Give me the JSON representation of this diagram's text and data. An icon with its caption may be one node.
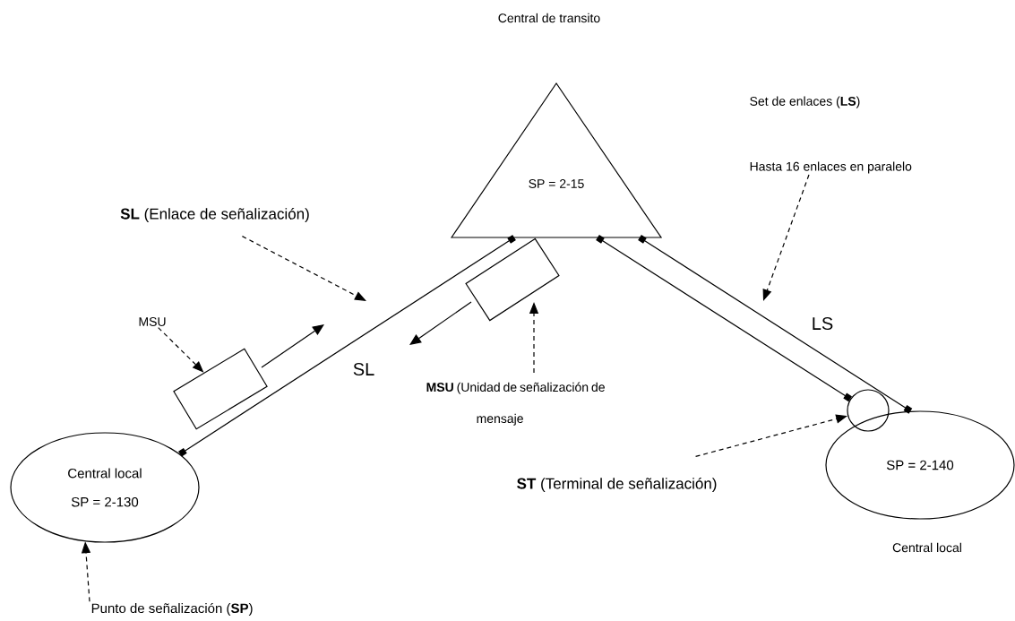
{
  "diagram": {
    "nodes": [
      {
        "text": [
          "SP = 2-15"
        ]
      },
      {
        "text": [
          "Central local",
          "SP = 2-130"
        ]
      },
      {
        "text": [
          "SP = 2-140"
        ],
        "beside": [
          "Central local"
        ]
      },
      {
        "text": [],
        "shape": "box"
      },
      {
        "text": [],
        "shape": "box"
      },
      {
        "text": [],
        "shape": "circle"
      },
      {
        "text": [
          "**SL** (Enlace de señalización)"
        ]
      },
      {
        "text": [
          "MSU"
        ]
      },
      {
        "text": [
          "**MSU** (Unidad de señalización de mensaje"
        ]
      },
      {
        "text": [
          "Punto de señalización (**SP**)"
        ]
      },
      {
        "text": [
          "**ST** (Terminal de señalización)"
        ]
      },
      {
        "text": [
          "Set de enlaces (**LS**)",
          "Hasta 16 enlaces en paralelo"
        ]
      }
    ],
    "edges": [
      {
        "from": 1,
        "to": 0,
        "arrow": "other"
      },
      {
        "from": 0,
        "to": 5,
        "arrow": "other"
      },
      {
        "from": 0,
        "to": 2,
        "arrow": "other"
      },
      {
        "from": 6,
        "to": null,
        "arrow": "to",
        "style": "dashed"
      },
      {
        "from": 7,
        "to": 3,
        "arrow": "to",
        "style": "dashed"
      },
      {
        "from": 8,
        "to": 4,
        "arrow": "to",
        "style": "dashed"
      },
      {
        "from": 9,
        "to": 1,
        "arrow": "to",
        "style": "dashed"
      },
      {
        "from": 10,
        "to": 5,
        "arrow": "to",
        "style": "dashed"
      },
      {
        "from": 11,
        "to": null,
        "arrow": "to",
        "style": "dashed"
      }
    ],
    "labels": [
      "Central de transito",
      "SL",
      "LS"
    ]
  }
}
